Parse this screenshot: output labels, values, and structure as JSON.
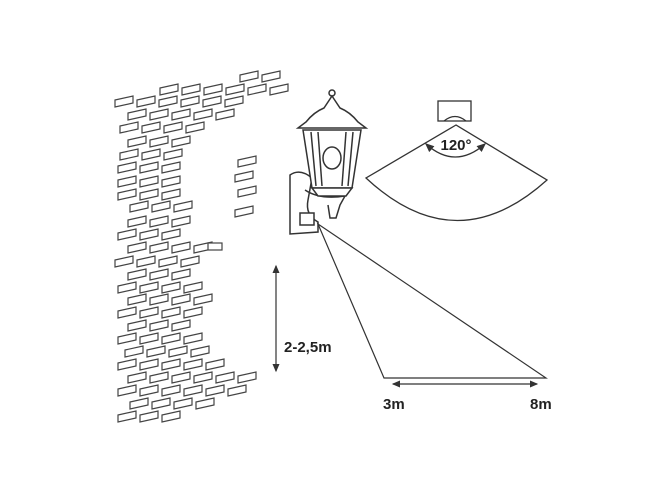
{
  "diagram": {
    "angle_label": "120°",
    "height_label": "2-2,5m",
    "min_distance_label": "3m",
    "max_distance_label": "8m",
    "line_color": "#333333"
  }
}
